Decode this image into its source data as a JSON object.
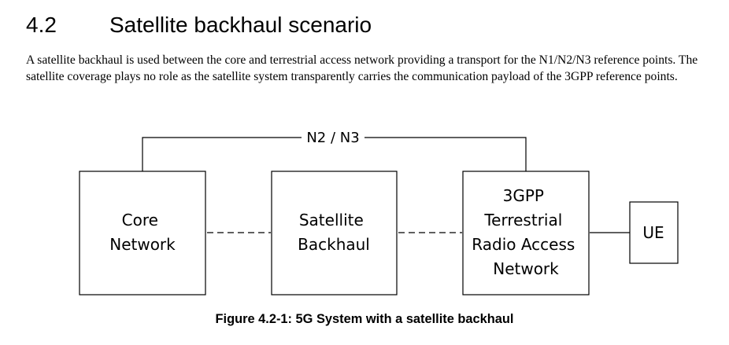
{
  "section": {
    "number": "4.2",
    "title": "Satellite backhaul scenario"
  },
  "body": {
    "paragraph": "A satellite backhaul is used between the core and terrestrial access network providing a transport for the N1/N2/N3 reference points. The satellite coverage plays no role as the satellite system transparently carries the communication payload of the 3GPP reference points."
  },
  "diagram": {
    "nodes": {
      "core_network": [
        "Core",
        "Network"
      ],
      "satellite_backhaul": [
        "Satellite",
        "Backhaul"
      ],
      "ran": [
        "3GPP",
        "Terrestrial",
        "Radio Access",
        "Network"
      ],
      "ue": [
        "UE"
      ]
    },
    "interface_label": "N2 / N3"
  },
  "figure": {
    "caption": "Figure 4.2-1: 5G System with a satellite backhaul"
  }
}
